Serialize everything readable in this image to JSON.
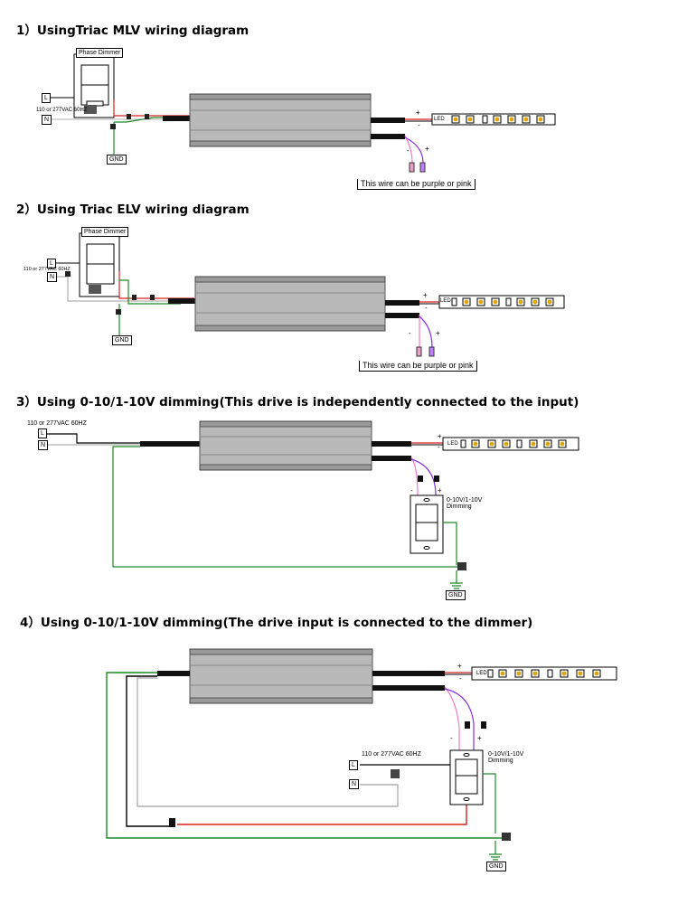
{
  "sections": [
    {
      "title": "1）UsingTriac MLV wiring diagram",
      "dimmer_label": "Phase Dimmer",
      "voltage": "110 or 277VAC 60HZ",
      "line_label": "L",
      "neutral_label": "N",
      "ground_label": "GND",
      "note": "This wire can be purple or pink",
      "plus": "+",
      "minus": "-",
      "led_label": "LED"
    },
    {
      "title": "2）Using Triac ELV wiring diagram",
      "dimmer_label": "Phase Dimmer",
      "voltage": "110 or 277VAC 60HZ",
      "line_label": "L",
      "neutral_label": "N",
      "ground_label": "GND",
      "note": "This wire can be purple or pink",
      "plus": "+",
      "minus": "-",
      "led_label": "LED"
    },
    {
      "title": "3）Using 0-10/1-10V dimming(This drive is independently connected to the input)",
      "voltage": "110 or 277VAC 60HZ",
      "line_label": "L",
      "neutral_label": "N",
      "ground_label": "GND",
      "dimmer_label": "0-10V/1-10V Dimming",
      "plus": "+",
      "minus": "-",
      "led_label": "LED"
    },
    {
      "title": "4）Using 0-10/1-10V dimming(The drive input is connected to the dimmer)",
      "voltage": "110 or 277VAC 60HZ",
      "line_label": "L",
      "neutral_label": "N",
      "ground_label": "GND",
      "dimmer_label": "0-10V/1-10V Dimming",
      "plus": "+",
      "minus": "-",
      "led_label": "LED"
    }
  ],
  "colors": {
    "wire_red": "#d62020",
    "wire_green": "#1d8a2a",
    "wire_gray": "#b0b0b0",
    "wire_purple": "#8a2be2",
    "wire_pink": "#f07ac8",
    "driver_body": "#8f8f8f",
    "led_chip": "#e0a400"
  }
}
